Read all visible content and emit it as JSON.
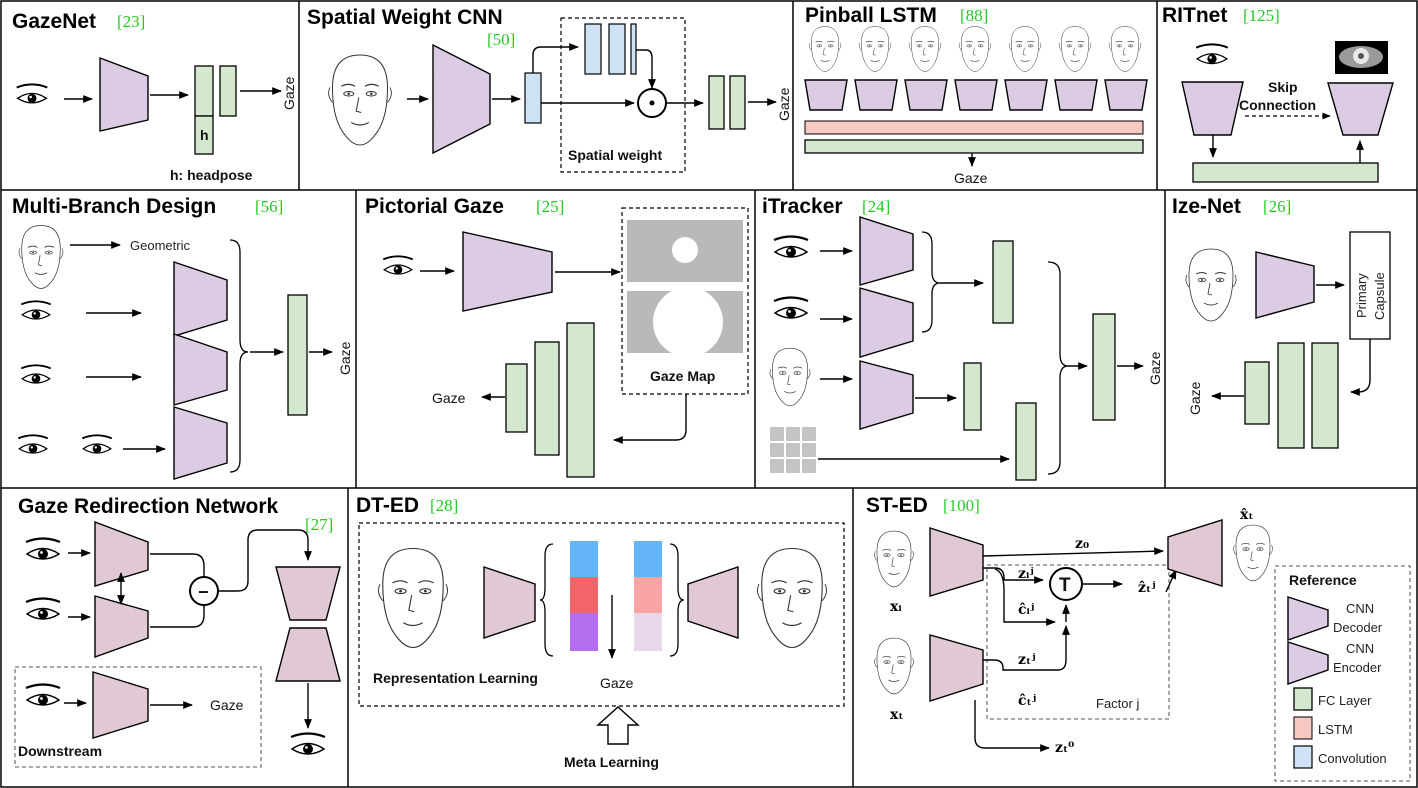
{
  "panels": {
    "gazenet": {
      "title": "GazeNet",
      "cite": "[23]",
      "h": "h",
      "headpose": "h: headpose",
      "gaze": "Gaze"
    },
    "spatial": {
      "title": "Spatial Weight CNN",
      "cite": "[50]",
      "weight": "Spatial weight",
      "gaze": "Gaze"
    },
    "pinball": {
      "title": "Pinball LSTM",
      "cite": "[88]",
      "gaze": "Gaze"
    },
    "ritnet": {
      "title": "RITnet",
      "cite": "[125]",
      "skip1": "Skip",
      "skip2": "Connection"
    },
    "multibranch": {
      "title": "Multi-Branch Design",
      "cite": "[56]",
      "geometric": "Geometric",
      "gaze": "Gaze"
    },
    "pictorial": {
      "title": "Pictorial Gaze",
      "cite": "[25]",
      "gazemap": "Gaze Map",
      "gaze": "Gaze"
    },
    "itracker": {
      "title": "iTracker",
      "cite": "[24]",
      "gaze": "Gaze"
    },
    "izenet": {
      "title": "Ize-Net",
      "cite": "[26]",
      "capsule1": "Primary",
      "capsule2": "Capsule",
      "gaze": "Gaze"
    },
    "redirect": {
      "title": "Gaze Redirection Network",
      "cite": "[27]",
      "minus": "−",
      "gaze": "Gaze",
      "downstream": "Downstream"
    },
    "dted": {
      "title": "DT-ED",
      "cite": "[28]",
      "replearn": "Representation Learning",
      "gaze": "Gaze",
      "meta": "Meta Learning"
    },
    "sted": {
      "title": "ST-ED",
      "cite": "[100]",
      "z0": "z₀",
      "xi": "xᵢ",
      "xt": "xₜ",
      "T": "T",
      "zij": "zᵢʲ",
      "cij": "ĉᵢʲ",
      "ztj": "zₜʲ",
      "ctj": "ĉₜʲ",
      "zhat": "ẑₜʲ",
      "xhat": "x̂ₜ",
      "zt0": "zₜ⁰",
      "factor": "Factor j"
    }
  },
  "legend": {
    "title": "Reference",
    "decoder": [
      "CNN",
      "Decoder"
    ],
    "encoder": [
      "CNN",
      "Encoder"
    ],
    "fc": "FC Layer",
    "lstm": "LSTM",
    "conv": "Convolution"
  },
  "colors": {
    "encoder": "#dccce3",
    "decoder": "#e0c8d4",
    "fc": "#d3e8cf",
    "lstm": "#f6c9c2",
    "conv": "#cfe1f4",
    "cite": "#22cc22",
    "embed_blue": "#64b4f8",
    "embed_red": "#f0646a",
    "embed_purple": "#b46ef0",
    "embed_pink": "#f8a4a4",
    "embed_lavender": "#e6d8e8"
  }
}
